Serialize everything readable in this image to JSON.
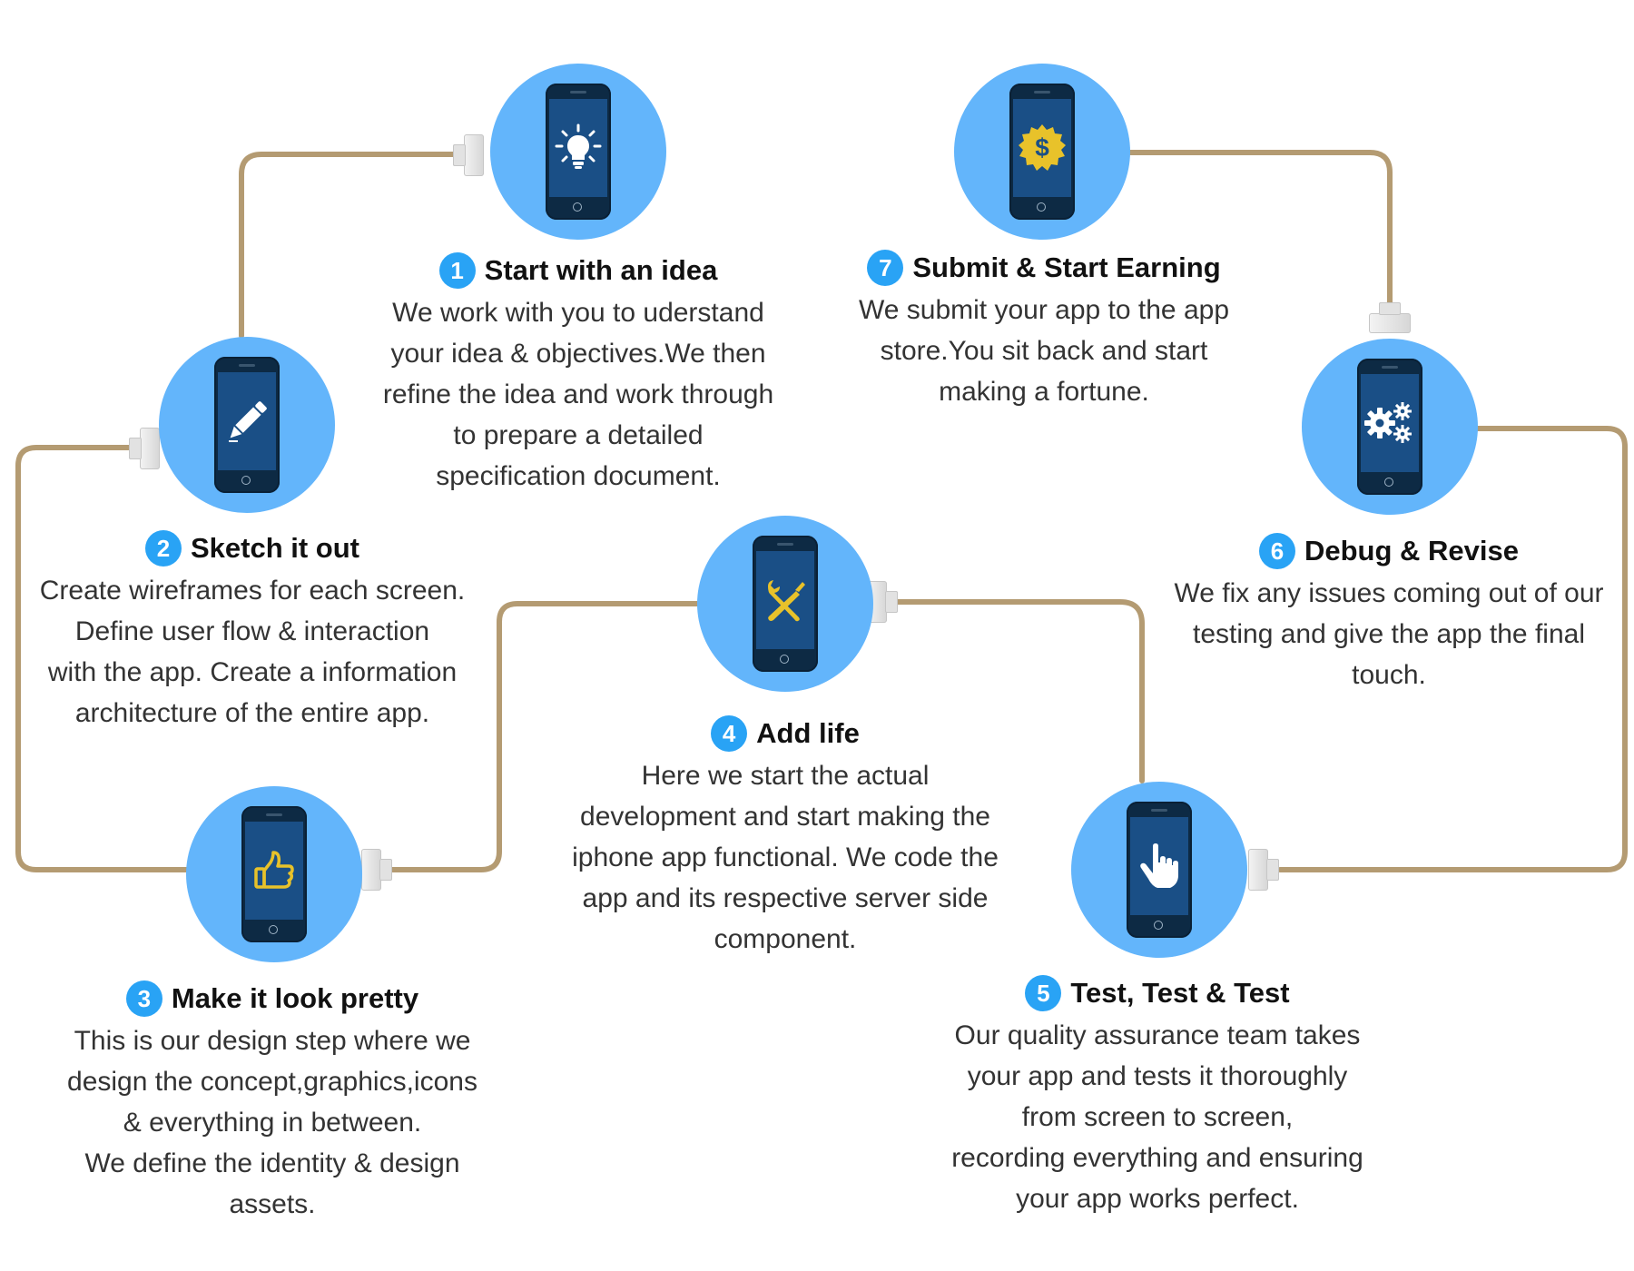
{
  "colors": {
    "circle": "#63b5fb",
    "cable": "#b49b72",
    "number_badge": "#29a3f5",
    "screen": "#1a4f86",
    "icon_white": "#ffffff",
    "icon_gold": "#e8c22a"
  },
  "steps": [
    {
      "number": "1",
      "title": "Start with an idea",
      "icon": "lightbulb-icon",
      "lines": [
        "We work with you to uderstand",
        "your idea & objectives.We then",
        "refine the idea and work through",
        "to prepare a detailed",
        "specification document."
      ]
    },
    {
      "number": "2",
      "title": "Sketch it out",
      "icon": "pencil-icon",
      "lines": [
        "Create wireframes for each screen.",
        "Define user flow & interaction",
        "with the app. Create a information",
        "architecture of the entire app."
      ]
    },
    {
      "number": "3",
      "title": "Make it look pretty",
      "icon": "thumbs-up-icon",
      "lines": [
        "This is our design step where we",
        "design the concept,graphics,icons",
        "& everything in between.",
        "We define the identity & design",
        "assets."
      ]
    },
    {
      "number": "4",
      "title": "Add life",
      "icon": "tools-icon",
      "lines": [
        "Here we start the actual",
        "development and start making the",
        "iphone app functional. We code the",
        "app and its respective server side",
        "component."
      ]
    },
    {
      "number": "5",
      "title": "Test, Test & Test",
      "icon": "hand-pointer-icon",
      "lines": [
        "Our quality assurance team takes",
        "your app and tests it thoroughly",
        "from screen to screen,",
        "recording everything and ensuring",
        "your app works perfect."
      ]
    },
    {
      "number": "6",
      "title": "Debug & Revise",
      "icon": "gears-icon",
      "lines": [
        "We fix any issues coming out of our",
        "testing and give the app the final",
        "touch."
      ]
    },
    {
      "number": "7",
      "title": "Submit & Start Earning",
      "icon": "dollar-coin-icon",
      "lines": [
        "We submit your app to the app",
        "store.You sit back and start",
        "making a fortune."
      ]
    }
  ]
}
